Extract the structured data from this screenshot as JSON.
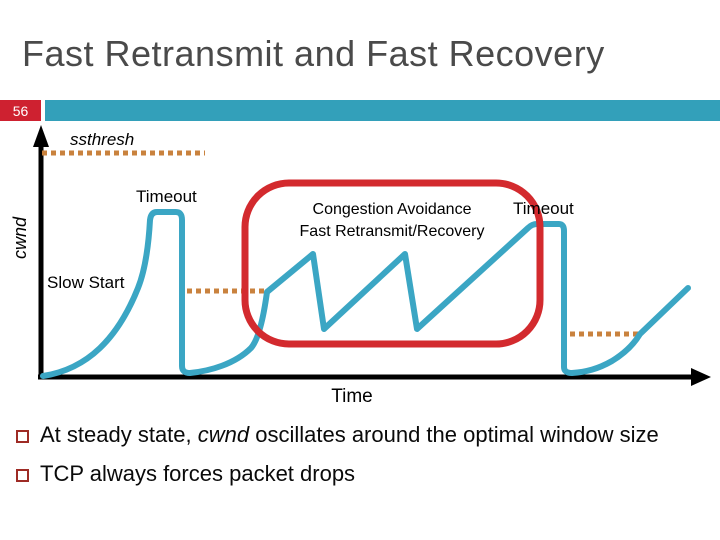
{
  "slide": {
    "title": "Fast Retransmit and Fast Recovery",
    "slide_number": "56"
  },
  "diagram": {
    "y_axis_label": "cwnd",
    "x_axis_label": "Time",
    "ssthresh_label": "ssthresh",
    "slow_start_label": "Slow Start",
    "timeout_label_1": "Timeout",
    "timeout_label_2": "Timeout",
    "highlight_box": {
      "line1": "Congestion Avoidance",
      "line2": "Fast Retransmit/Recovery"
    },
    "description": "cwnd vs time sketch: slow-start exponential rise to a timeout, restart, congestion-avoidance sawtooth inside highlighted box, second timeout, slow-start restart"
  },
  "bullets": [
    {
      "prefix": "At steady state, ",
      "emphasis": "cwnd",
      "suffix": " oscillates around the optimal window size"
    },
    {
      "prefix": "",
      "emphasis": "",
      "suffix": "TCP always forces packet drops"
    }
  ],
  "colors": {
    "title_gray": "#4a4a4a",
    "accent_teal": "#33a0ba",
    "badge_red": "#ce2130",
    "curve_teal": "#3ba6c4",
    "box_red": "#d32a2e",
    "dotted_orange": "#c9823e",
    "axis_black": "#000000",
    "bullet_maroon": "#9e2b25"
  }
}
